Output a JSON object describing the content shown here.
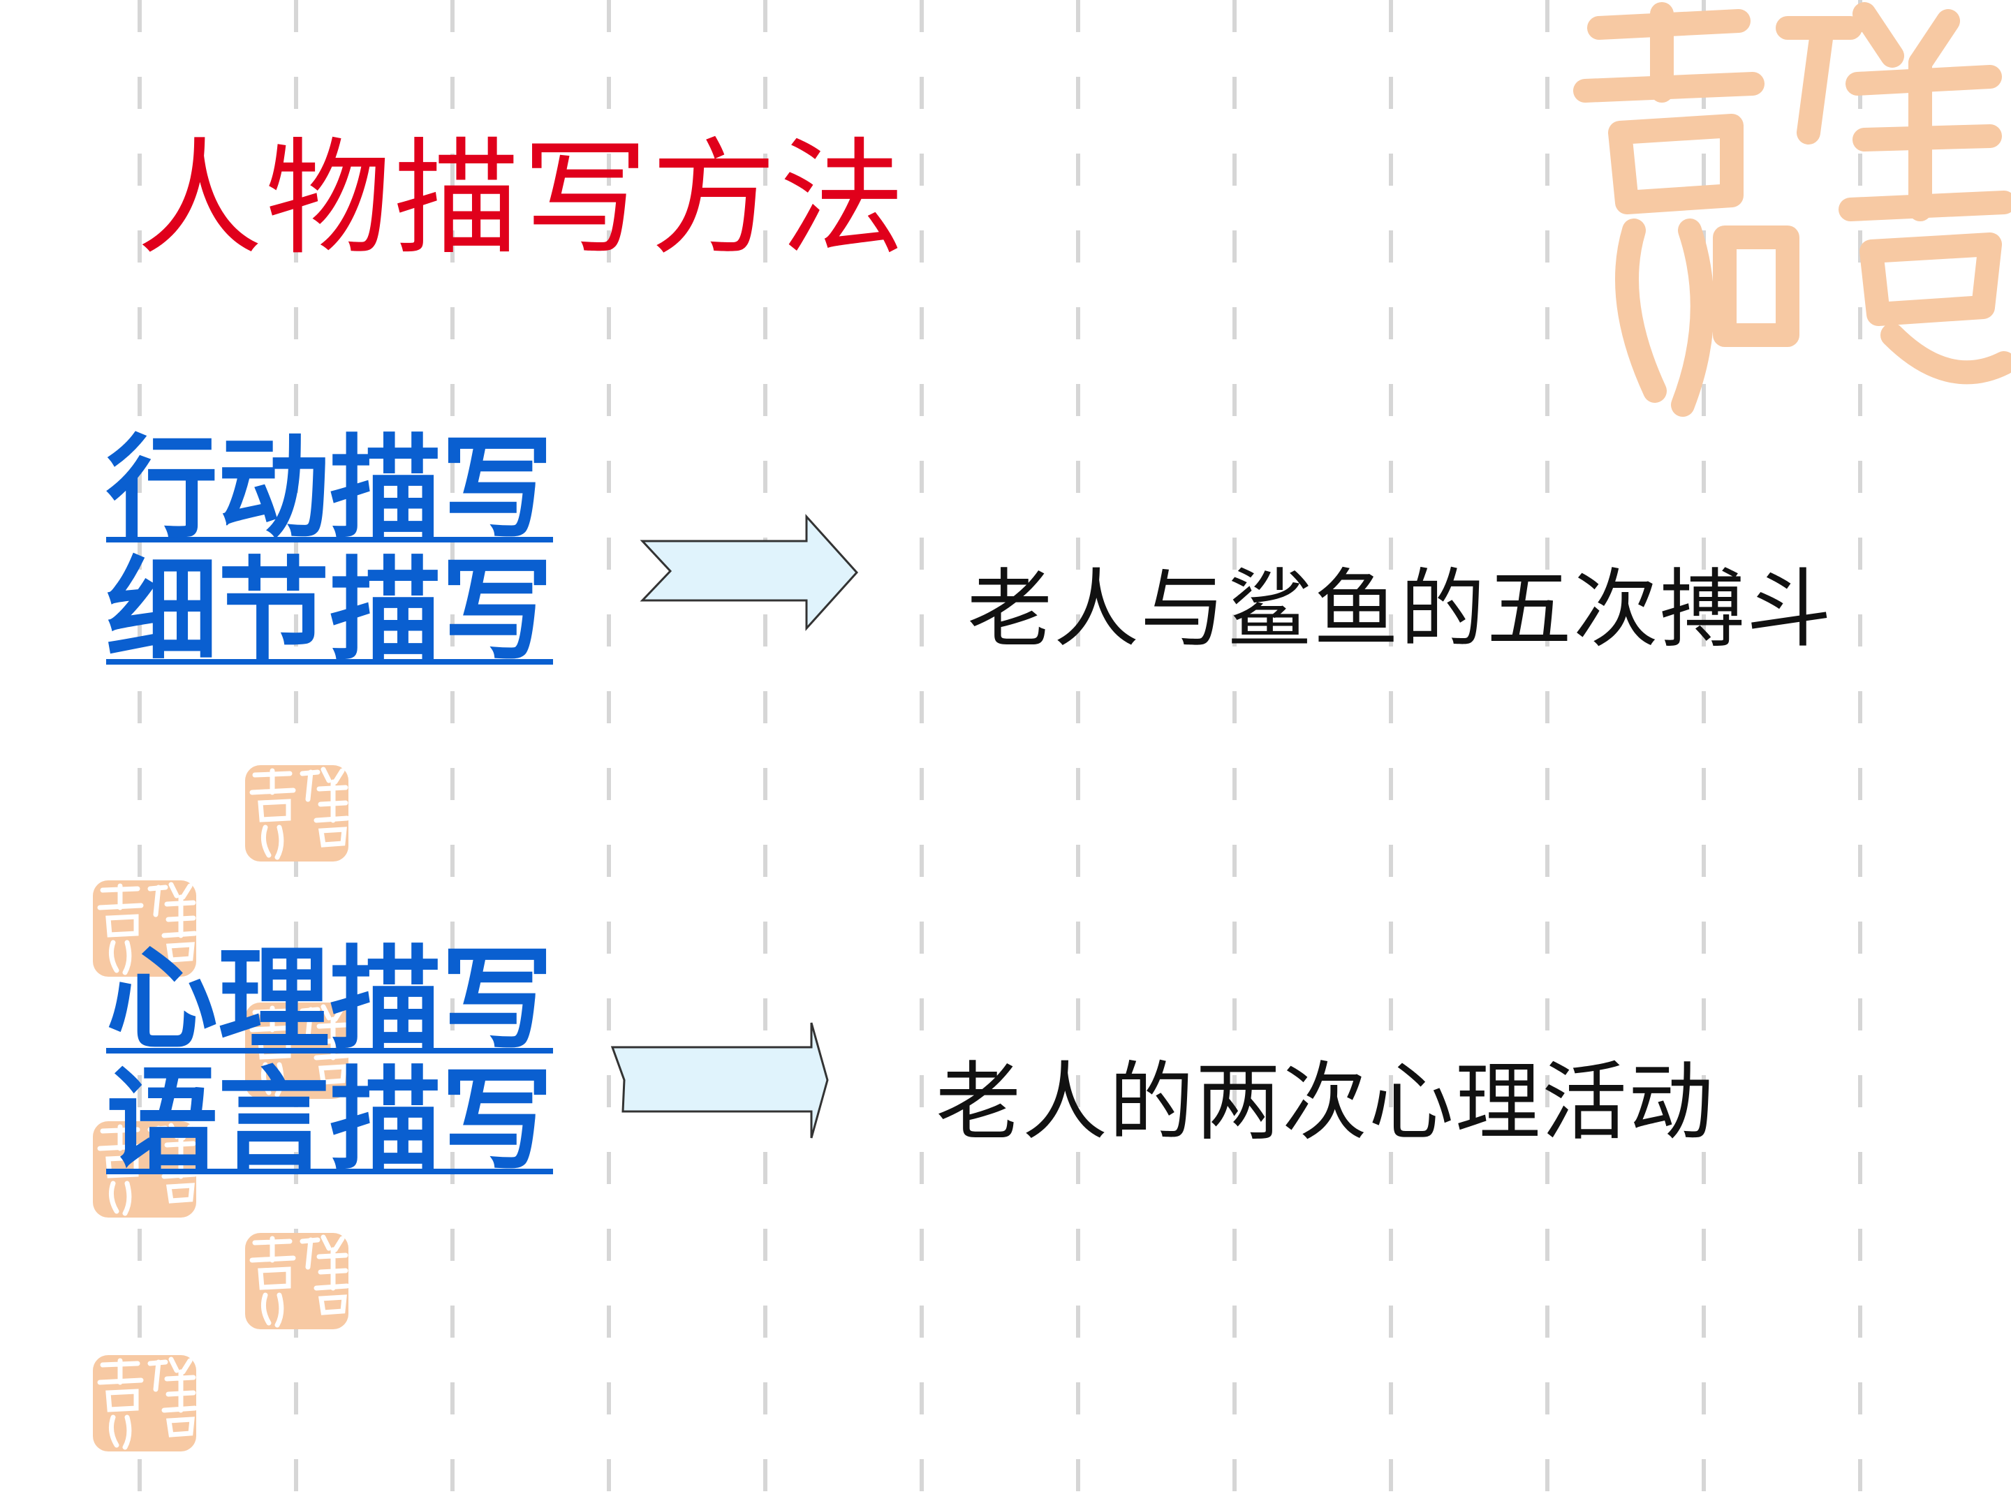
{
  "slide": {
    "title": "人物描写方法",
    "title_color": "#e0001b",
    "link_color": "#0a5fd0",
    "group1": {
      "links": [
        "行动描写",
        "细节描写"
      ],
      "result": "老人与鲨鱼的五次搏斗"
    },
    "group2": {
      "links": [
        "心理描写",
        "语言描写"
      ],
      "result": "老人的两次心理活动"
    }
  },
  "decor": {
    "arrow_fill": "#e0f3fc",
    "seal_color": "#f7c9a3",
    "seal_icon": "ji-xiang-seal-icon"
  }
}
